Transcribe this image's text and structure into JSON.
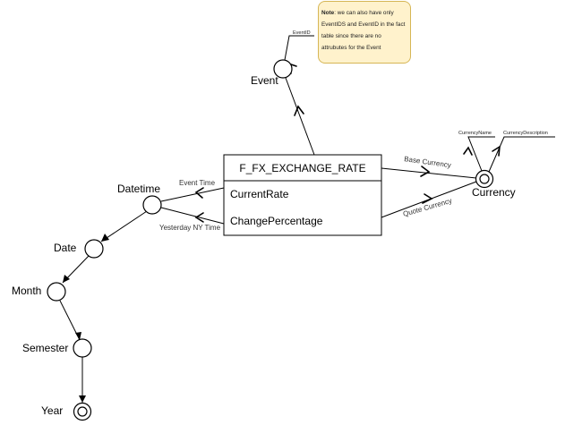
{
  "fact_table": {
    "title": "F_FX_EXCHANGE_RATE",
    "measures": [
      "CurrentRate",
      "ChangePercentage"
    ]
  },
  "dimensions": {
    "event": "Event",
    "event_attr": "EventID",
    "currency": "Currency",
    "currency_attr1": "CurrencyName",
    "currency_attr2": "CurrencyDescription",
    "datetime": "Datetime",
    "date": "Date",
    "month": "Month",
    "semester": "Semester",
    "year": "Year"
  },
  "roles": {
    "event_time": "Event Time",
    "yesterday_ny_time": "Yesterday NY Time",
    "base_currency": "Base Currency",
    "quote_currency": "Quote Currency"
  },
  "note": {
    "label": "Note",
    "text": ": we can also have only EventIDS and EventID in the fact table since there are no attrubutes for the Event"
  }
}
